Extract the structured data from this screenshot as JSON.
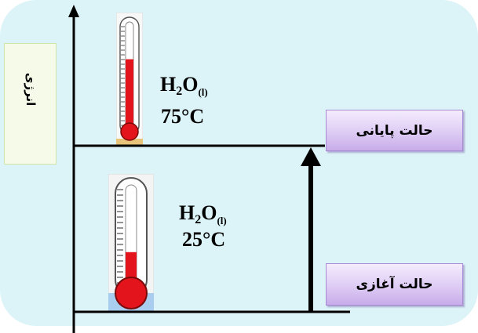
{
  "energy_axis": {
    "label": "انرژی"
  },
  "final_state": {
    "label": "حالت پایانی",
    "formula": {
      "h": "H",
      "h_count": "2",
      "o": "O",
      "phase": "(l)"
    },
    "temperature": "75°C",
    "thermometer_level": 0.65
  },
  "initial_state": {
    "label": "حالت آغازی",
    "formula": {
      "h": "H",
      "h_count": "2",
      "o": "O",
      "phase": "(l)"
    },
    "temperature": "25°C",
    "thermometer_level": 0.34
  },
  "colors": {
    "background": "#dcf4f8",
    "mercury": "#e3141b",
    "state_box": "#dccaf3",
    "axis_box": "#f5fbe8"
  }
}
